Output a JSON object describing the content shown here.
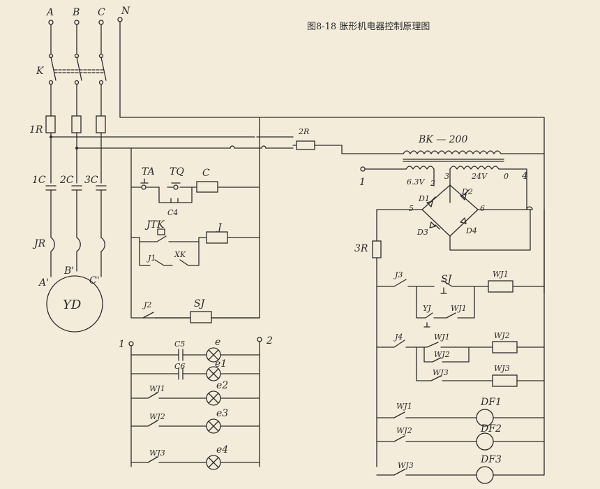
{
  "title": "图8-18 胀形机电器控制原理图",
  "phases": [
    "A",
    "B",
    "C",
    "N"
  ],
  "power_labels": {
    "switch": "K",
    "fuse": "1R",
    "contactor": "1C",
    "contactor2": "2C",
    "contactor3": "3C",
    "relay": "JR",
    "motor": "YD",
    "a_prime": "A'",
    "b_prime": "B'",
    "c_prime": "C'"
  },
  "left_ctrl": {
    "ta": "TA",
    "tq": "TQ",
    "c": "C",
    "c4": "C4",
    "jtk": "JTK",
    "j": "J",
    "j1": "J1",
    "xk": "XK",
    "j2": "J2",
    "sj": "SJ"
  },
  "lamps": {
    "n1": "1",
    "n2": "2",
    "c5": "C5",
    "c6": "C6",
    "e": "e",
    "e1": "e1",
    "e2": "e2",
    "e3": "e3",
    "e4": "e4",
    "wj1": "WJ1",
    "wj2": "WJ2",
    "wj3": "WJ3"
  },
  "right": {
    "r2": "2R",
    "bk": "BK — 200",
    "t1": "1",
    "v63": "6.3V",
    "t2": "2",
    "t3": "3",
    "v24": "24V",
    "t0": "0",
    "t4": "4",
    "t5": "5",
    "t6": "6",
    "d1": "D1",
    "d2": "D2",
    "d3": "D3",
    "d4": "D4",
    "r3": "3R",
    "j3": "J3",
    "sj": "SJ",
    "wj1": "WJ1",
    "yj": "YJ",
    "wj1b": "WJ1",
    "j4": "J4",
    "wj1c": "WJ1",
    "wj2": "WJ2",
    "wj2b": "WJ2",
    "wj3b": "WJ3",
    "wj3": "WJ3",
    "wj1d": "WJ1",
    "df1": "DF1",
    "wj2d": "WJ2",
    "df2": "DF2",
    "wj3d": "WJ3",
    "df3": "DF3"
  }
}
